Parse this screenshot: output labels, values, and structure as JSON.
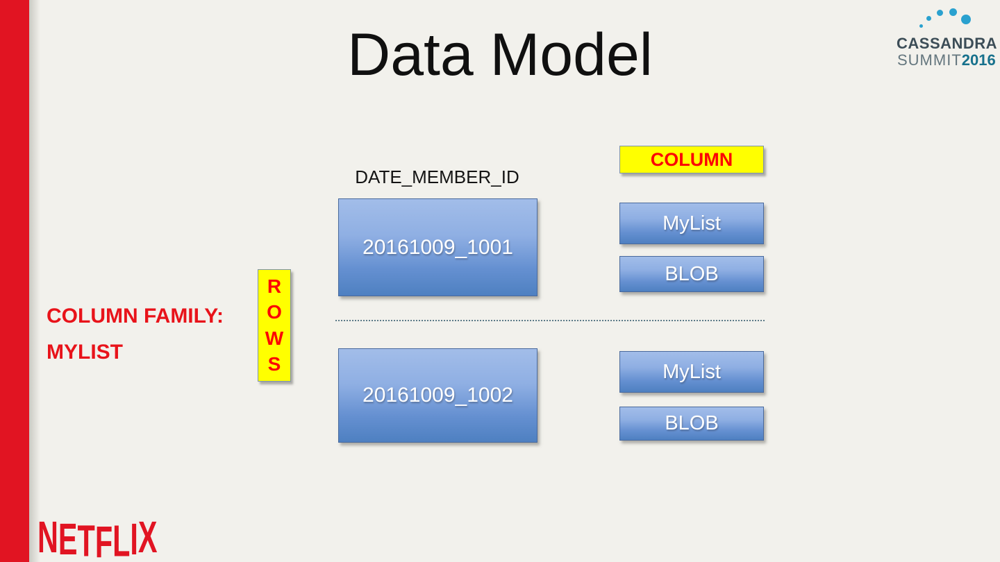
{
  "slide": {
    "title": "Data Model"
  },
  "branding": {
    "netflix_letters": [
      "N",
      "E",
      "T",
      "F",
      "L",
      "I",
      "X"
    ],
    "cassandra": {
      "name": "CASSANDRA",
      "summit": "SUMMIT",
      "year": "2016"
    }
  },
  "colors": {
    "background": "#f2f1ec",
    "netflix_red": "#e11422",
    "label_red": "#e8131a",
    "yellow": "#ffff00",
    "blue_top": "#a2bde9",
    "blue_bottom": "#4e80c1",
    "cassandra_dark": "#3c4d57",
    "cassandra_gray": "#64767e",
    "cassandra_teal": "#17718c",
    "cassandra_dot": "#2aa1cf"
  },
  "diagram": {
    "left_label_line1": "COLUMN FAMILY:",
    "left_label_line2": "MYLIST",
    "rows_letters": [
      "R",
      "O",
      "W",
      "S"
    ],
    "column_header": "COLUMN",
    "key_header": "DATE_MEMBER_ID",
    "rows": [
      {
        "key": "20161009_1001",
        "columns": [
          "MyList",
          "BLOB"
        ]
      },
      {
        "key": "20161009_1002",
        "columns": [
          "MyList",
          "BLOB"
        ]
      }
    ]
  }
}
